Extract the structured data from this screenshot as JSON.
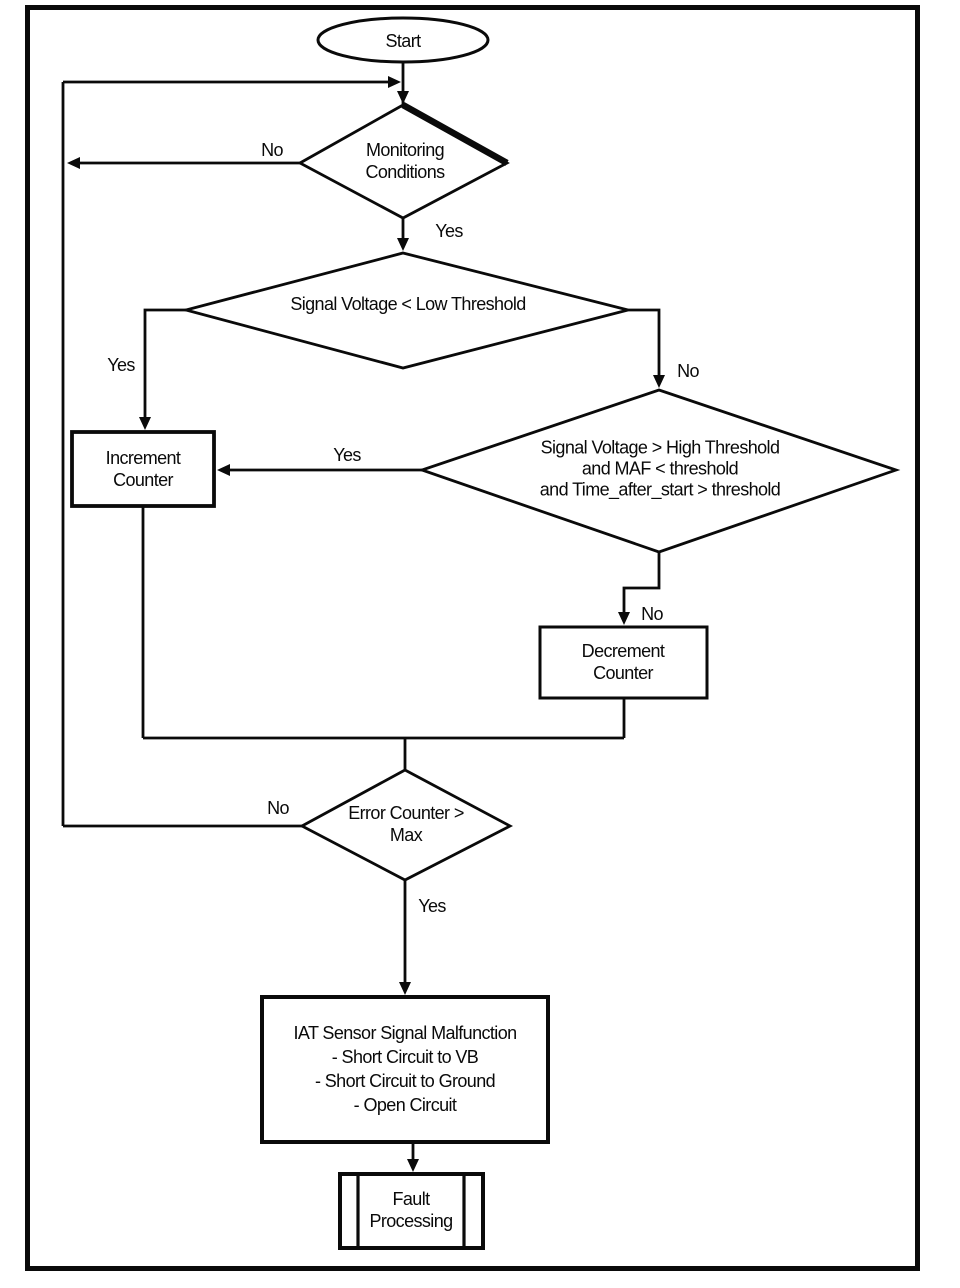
{
  "diagram": {
    "kind": "flowchart"
  },
  "nodes": {
    "start": {
      "label": "Start"
    },
    "monitoring_conditions": {
      "lines": [
        "Monitoring",
        "Conditions"
      ]
    },
    "signal_low": {
      "label": "Signal Voltage < Low Threshold"
    },
    "signal_high": {
      "lines": [
        "Signal Voltage > High Threshold",
        "and MAF < threshold",
        "and Time_after_start > threshold"
      ]
    },
    "increment_counter": {
      "lines": [
        "Increment",
        "Counter"
      ]
    },
    "decrement_counter": {
      "lines": [
        "Decrement",
        "Counter"
      ]
    },
    "error_counter": {
      "lines": [
        "Error Counter >",
        "Max"
      ]
    },
    "malfunction": {
      "lines": [
        "IAT Sensor Signal Malfunction",
        "- Short Circuit to VB",
        "- Short Circuit to Ground",
        "- Open Circuit"
      ]
    },
    "fault_processing": {
      "lines": [
        "Fault",
        "Processing"
      ]
    }
  },
  "edge_labels": {
    "monitoring_no": "No",
    "monitoring_yes": "Yes",
    "signal_low_yes": "Yes",
    "signal_low_no": "No",
    "signal_high_yes": "Yes",
    "signal_high_no": "No",
    "error_counter_no": "No",
    "error_counter_yes": "Yes"
  },
  "colors": {
    "line": "#0a0a0a",
    "background": "#ffffff",
    "text": "#0a0a0a"
  }
}
